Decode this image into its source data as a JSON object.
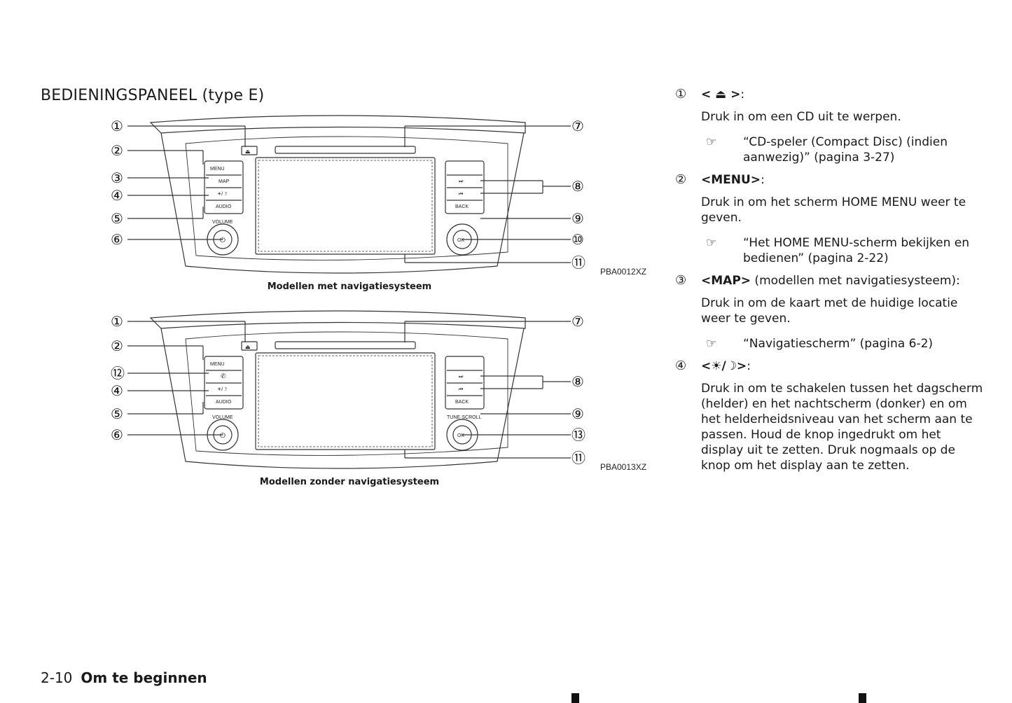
{
  "page": {
    "title": "BEDIENINGSPANEEL (type E)",
    "footer_page": "2-10",
    "footer_chapter": "Om te beginnen"
  },
  "figures": [
    {
      "code": "PBA0012XZ",
      "caption": "Modellen met navigatiesysteem",
      "left_callouts": [
        "①",
        "②",
        "③",
        "④",
        "⑤",
        "⑥"
      ],
      "right_callouts": [
        "⑦",
        "⑧",
        "⑨",
        "⑩",
        "⑪"
      ],
      "buttons_left": [
        "MENU",
        "MAP",
        "☀/☽",
        "AUDIO"
      ],
      "knob_left_label": "VOLUME",
      "knob_right_label": "",
      "knob_right_center": "OK",
      "buttons_right": [
        "",
        "⏭",
        "⏮",
        "BACK"
      ]
    },
    {
      "code": "PBA0013XZ",
      "caption": "Modellen zonder navigatiesysteem",
      "left_callouts": [
        "①",
        "②",
        "⑫",
        "④",
        "⑤",
        "⑥"
      ],
      "right_callouts": [
        "⑦",
        "⑧",
        "⑨",
        "⑬",
        "⑪"
      ],
      "buttons_left": [
        "MENU",
        "✆",
        "☀/☽",
        "AUDIO"
      ],
      "knob_left_label": "VOLUME",
      "knob_right_label": "TUNE·SCROLL",
      "knob_right_center": "OK",
      "buttons_right": [
        "",
        "⏭",
        "⏮",
        "BACK"
      ]
    }
  ],
  "items": [
    {
      "num": "①",
      "head_bold": "<  ⏏  >",
      "head_rest": ":",
      "desc": "Druk in om een CD uit te werpen.",
      "ref": "“CD-speler (Compact Disc) (indien aanwezig)” (pagina 3-27)"
    },
    {
      "num": "②",
      "head_bold": "<MENU>",
      "head_rest": ":",
      "desc": "Druk in om het scherm HOME MENU weer te geven.",
      "ref": "“Het HOME MENU-scherm bekijken en bedienen” (pagina 2-22)"
    },
    {
      "num": "③",
      "head_bold": "<MAP>",
      "head_rest": " (modellen met navigatiesysteem):",
      "desc": "Druk in om de kaart met de huidige locatie weer te geven.",
      "ref": "“Navigatiescherm” (pagina 6-2)"
    },
    {
      "num": "④",
      "head_bold": "<☀/☽>",
      "head_rest": ":",
      "desc": "Druk in om te schakelen tussen het dagscherm (helder) en het nachtscherm (donker) en om het helderheidsniveau van het scherm aan te passen. Houd de knop ingedrukt om het display uit te zetten. Druk nogmaals op de knop om het display aan te zetten."
    }
  ]
}
